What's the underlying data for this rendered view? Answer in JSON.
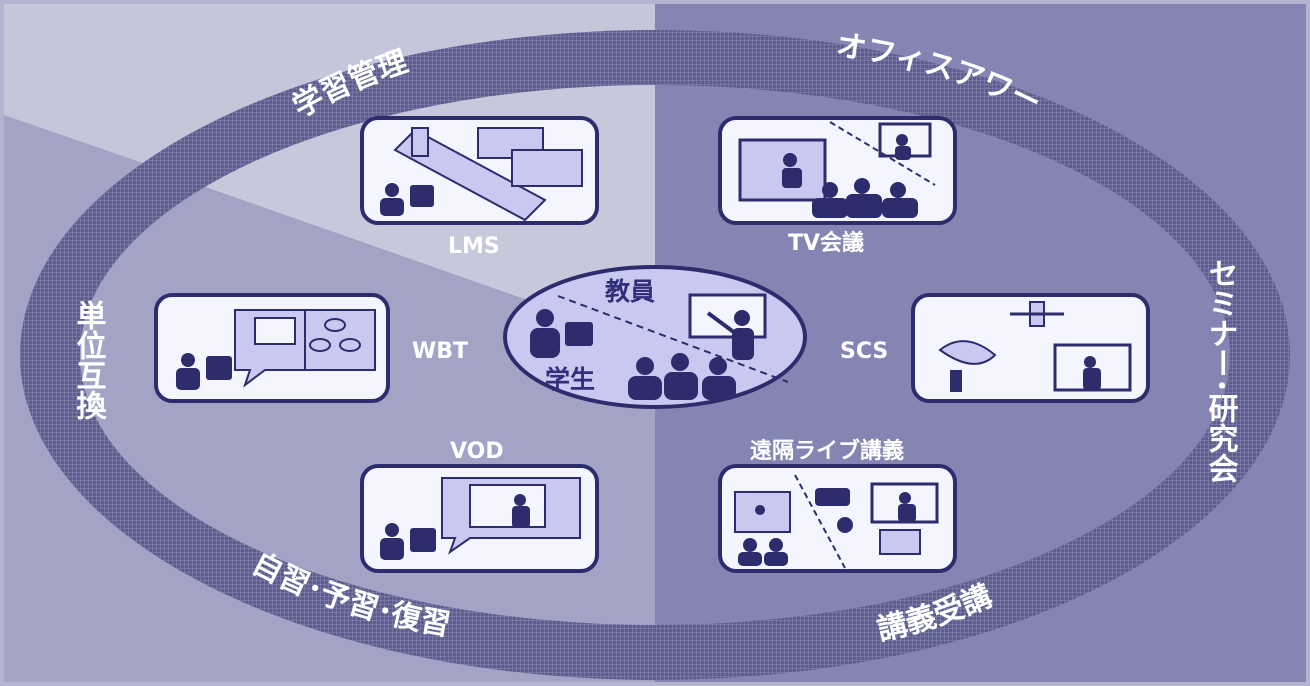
{
  "colors": {
    "left_quadrant": "#a3a3c6",
    "top_left_quadrant": "#c8c8dc",
    "right_half": "#8585b4",
    "ring": "#6e6e9e",
    "card_fill": "#f5f5ff",
    "card_border": "#2d2d6e",
    "silhouette": "#2d2d6e"
  },
  "ring_labels": {
    "top_left": "学習管理",
    "top_right": "オフィスアワー",
    "left": "単位互換",
    "right": "セミナー･研究会",
    "bottom_left": "自習･予習･復習",
    "bottom_right": "講義受講"
  },
  "center": {
    "upper_label": "教員",
    "lower_label": "学生"
  },
  "services": {
    "lms": "LMS",
    "tv": "TV会議",
    "wbt": "WBT",
    "scs": "SCS",
    "vod": "VOD",
    "remote_live": "遠隔ライブ講義"
  }
}
